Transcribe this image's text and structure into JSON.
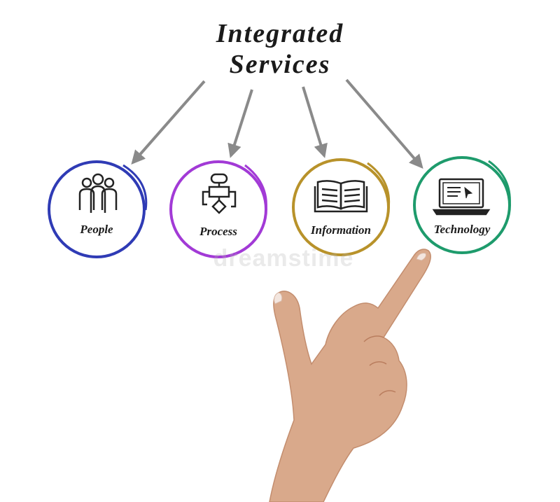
{
  "diagram": {
    "title_line1": "Integrated",
    "title_line2": "Services",
    "nodes": [
      {
        "label": "People",
        "icon": "people-icon",
        "color": "#2f3bb5"
      },
      {
        "label": "Process",
        "icon": "flowchart-icon",
        "color": "#a23ad6"
      },
      {
        "label": "Information",
        "icon": "open-book-icon",
        "color": "#b8922a"
      },
      {
        "label": "Technology",
        "icon": "laptop-icon",
        "color": "#1e9b6c"
      }
    ],
    "arrow_color": "#8a8a8a"
  },
  "watermark": {
    "text": "dreamstime"
  }
}
